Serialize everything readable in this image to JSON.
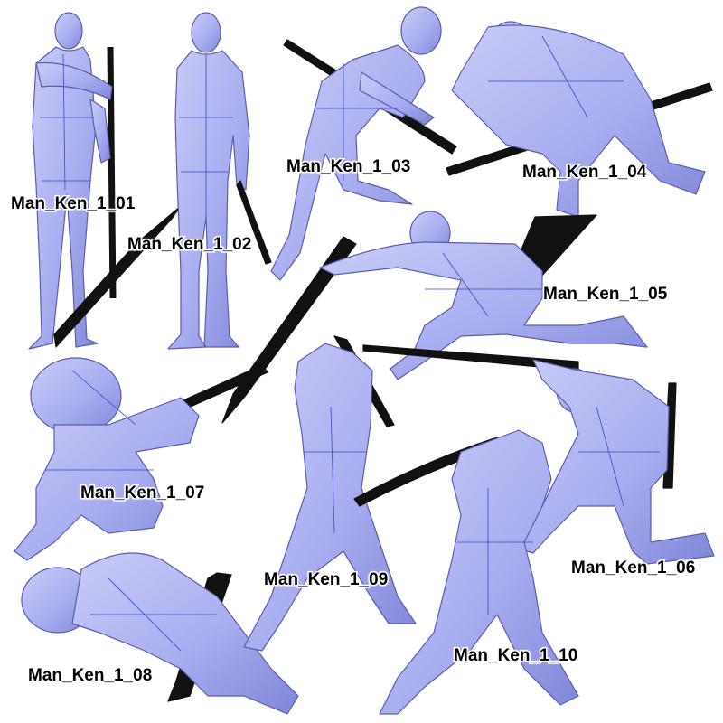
{
  "colors": {
    "body_fill": "#a9aef0",
    "body_shade": "#7f86d8",
    "body_outline": "#5a5fa8",
    "wire_line": "#3d45c9",
    "sword_black": "#111111",
    "blade_edge": "#c8c8c8",
    "background": "#ffffff"
  },
  "labels": [
    "Man_Ken_1_01",
    "Man_Ken_1_02",
    "Man_Ken_1_03",
    "Man_Ken_1_04",
    "Man_Ken_1_05",
    "Man_Ken_1_06",
    "Man_Ken_1_07",
    "Man_Ken_1_08",
    "Man_Ken_1_09",
    "Man_Ken_1_10"
  ]
}
